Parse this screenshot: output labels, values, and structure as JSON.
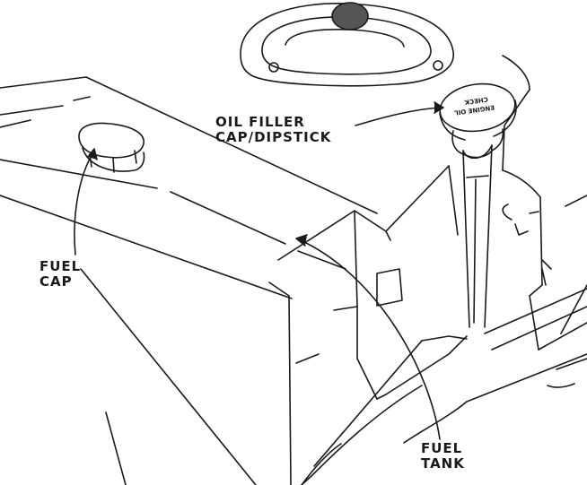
{
  "labels": {
    "oil_filler": {
      "line1": "OIL FILLER",
      "line2": "CAP/DIPSTICK"
    },
    "fuel_cap": {
      "line1": "FUEL",
      "line2": "CAP"
    },
    "fuel_tank": {
      "line1": "FUEL",
      "line2": "TANK"
    }
  },
  "cap_engraving": {
    "line1": "ENGINE OIL",
    "line2": "CHECK"
  },
  "colors": {
    "ink": "#1a1a1a",
    "background": "#ffffff",
    "fill_dark": "#555555"
  }
}
